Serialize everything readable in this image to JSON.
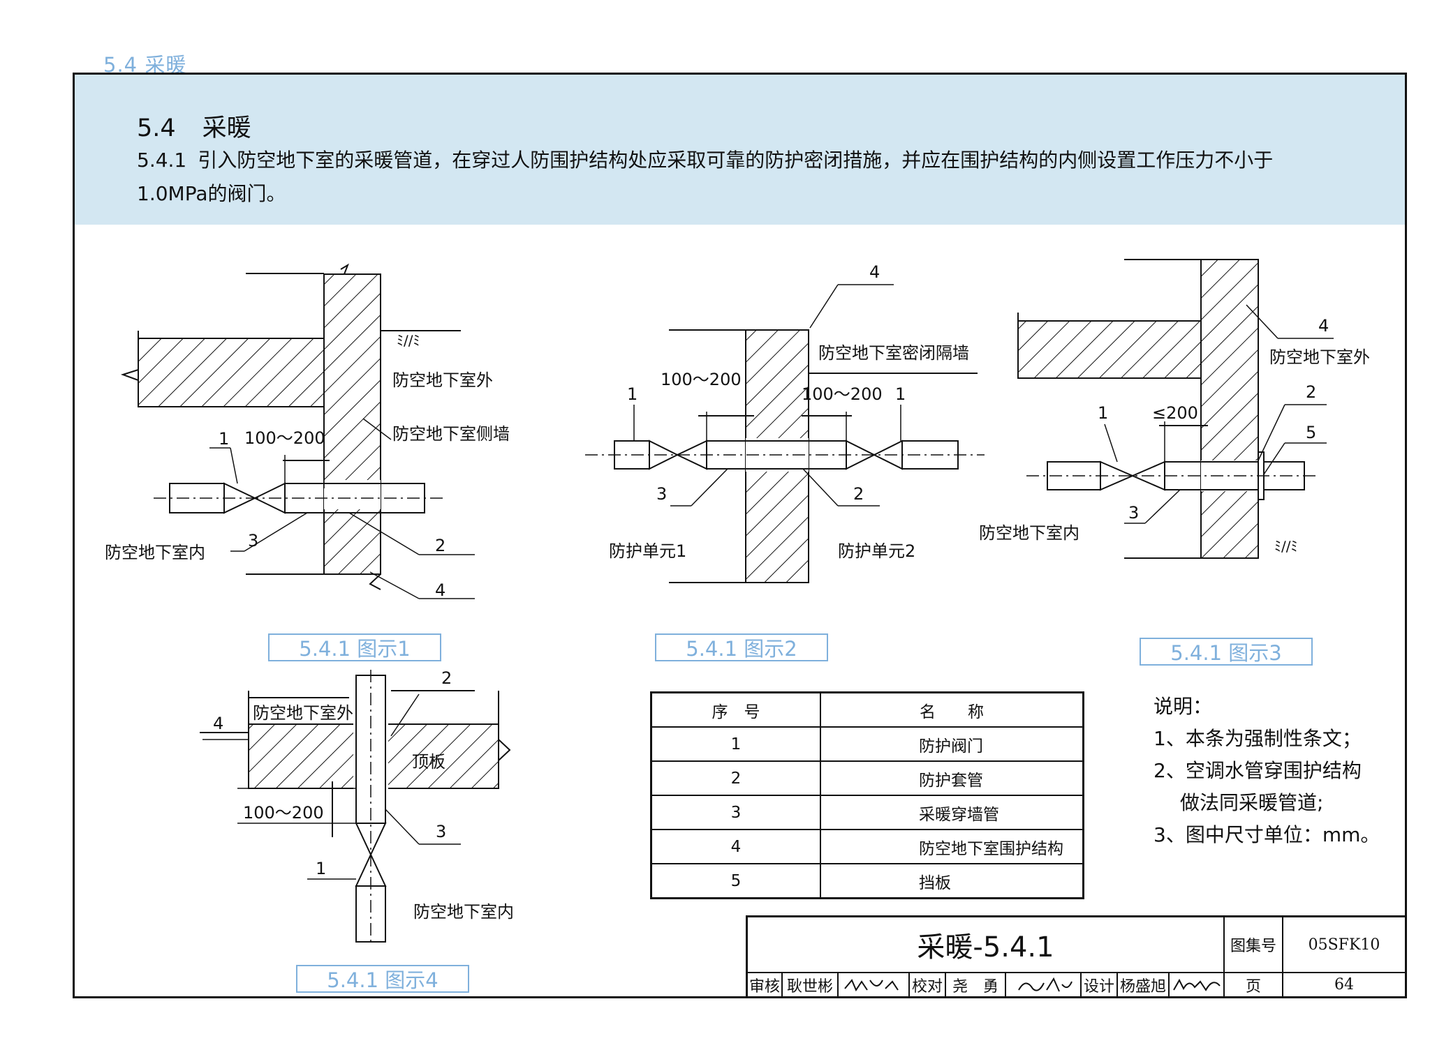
{
  "page_tag": "5.4  采暖",
  "section": {
    "number": "5.4",
    "title": "采暖"
  },
  "clause": {
    "number": "5.4.1",
    "text": "引入防空地下室的采暖管道，在穿过人防围护结构处应采取可靠的防护密闭措施，并应在围护结构的内侧设置工作压力不小于1.0MPa的阀门。"
  },
  "figures": {
    "fig1": {
      "caption": "5.4.1 图示1",
      "labels": {
        "outside": "防空地下室外",
        "side_wall": "防空地下室侧墙",
        "inside": "防空地下室内",
        "dim": "100～200",
        "n1": "1",
        "n2": "2",
        "n3": "3",
        "n4": "4"
      }
    },
    "fig2": {
      "caption": "5.4.1 图示2",
      "labels": {
        "partition": "防空地下室密闭隔墙",
        "unit1": "防护单元1",
        "unit2": "防护单元2",
        "dim_left": "100～200",
        "dim_right": "100～200",
        "n1a": "1",
        "n1b": "1",
        "n2": "2",
        "n3": "3",
        "n4": "4"
      }
    },
    "fig3": {
      "caption": "5.4.1 图示3",
      "labels": {
        "outside": "防空地下室外",
        "inside": "防空地下室内",
        "dim": "≤200",
        "n1": "1",
        "n2": "2",
        "n3": "3",
        "n4": "4",
        "n5": "5"
      }
    },
    "fig4": {
      "caption": "5.4.1 图示4",
      "labels": {
        "outside": "防空地下室外",
        "inside": "防空地下室内",
        "roof": "顶板",
        "dim": "100～200",
        "n1": "1",
        "n2": "2",
        "n3": "3",
        "n4": "4"
      }
    }
  },
  "legend": {
    "headers": [
      "序　号",
      "名　　称"
    ],
    "rows": [
      {
        "no": "1",
        "name": "防护阀门"
      },
      {
        "no": "2",
        "name": "防护套管"
      },
      {
        "no": "3",
        "name": "采暖穿墙管"
      },
      {
        "no": "4",
        "name": "防空地下室围护结构"
      },
      {
        "no": "5",
        "name": "挡板"
      }
    ]
  },
  "notes": {
    "title": "说明：",
    "items": [
      "1、本条为强制性条文；",
      "2、空调水管穿围护结构",
      "做法同采暖管道;",
      "3、图中尺寸单位：mm。"
    ]
  },
  "title_block": {
    "title": "采暖-5.4.1",
    "atlas_label": "图集号",
    "atlas_no": "05SFK10",
    "review_label": "审核",
    "reviewer": "耿世彬",
    "check_label": "校对",
    "checker": "尧　勇",
    "design_label": "设计",
    "designer": "杨盛旭",
    "page_label": "页",
    "page_no": "64"
  }
}
